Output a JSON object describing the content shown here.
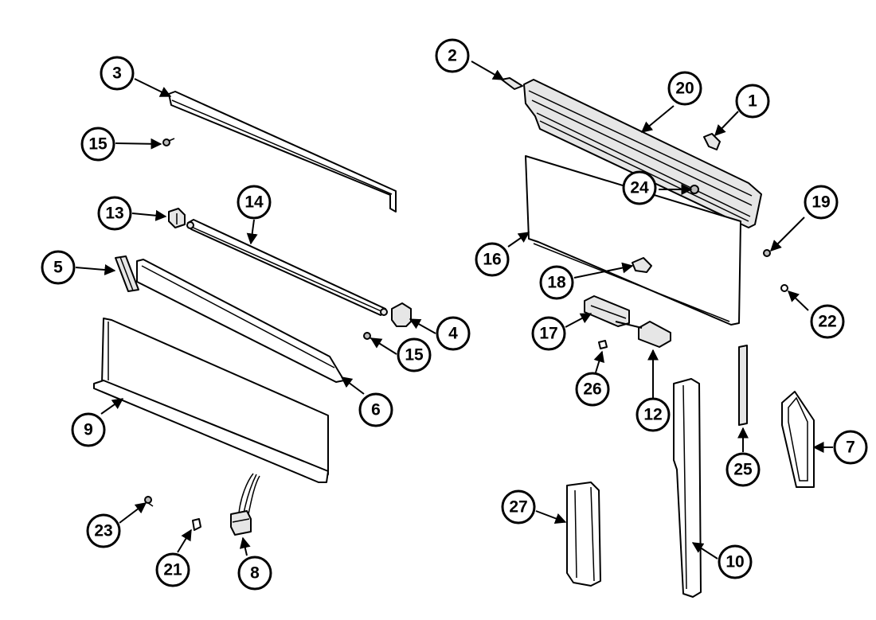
{
  "diagram": {
    "callouts": [
      "1",
      "2",
      "3",
      "4",
      "5",
      "6",
      "7",
      "8",
      "9",
      "10",
      "12",
      "13",
      "14",
      "15",
      "15",
      "16",
      "17",
      "18",
      "19",
      "20",
      "21",
      "22",
      "23",
      "24",
      "25",
      "26",
      "27"
    ]
  }
}
